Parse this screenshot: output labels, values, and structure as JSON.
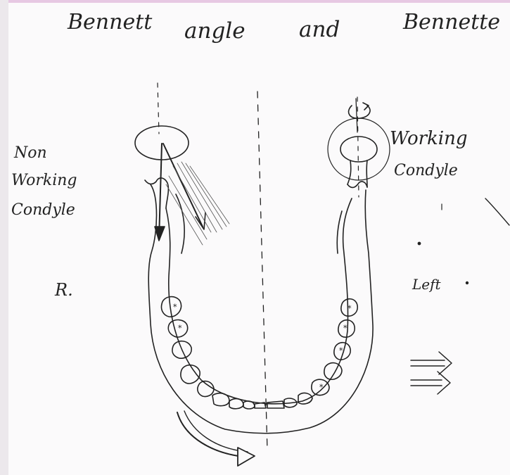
{
  "title": {
    "word1": "Bennett",
    "word2": "angle",
    "word3": "and",
    "word4": "Bennette"
  },
  "left_labels": {
    "line1": "Non",
    "line2": "Working",
    "line3": "Condyle",
    "side": "R."
  },
  "right_labels": {
    "line1": "Working",
    "line2": "Condyle",
    "side": "Left"
  },
  "colors": {
    "ink": "#222222",
    "paper": "#fbfafb",
    "frame": "#e7c8e3"
  }
}
